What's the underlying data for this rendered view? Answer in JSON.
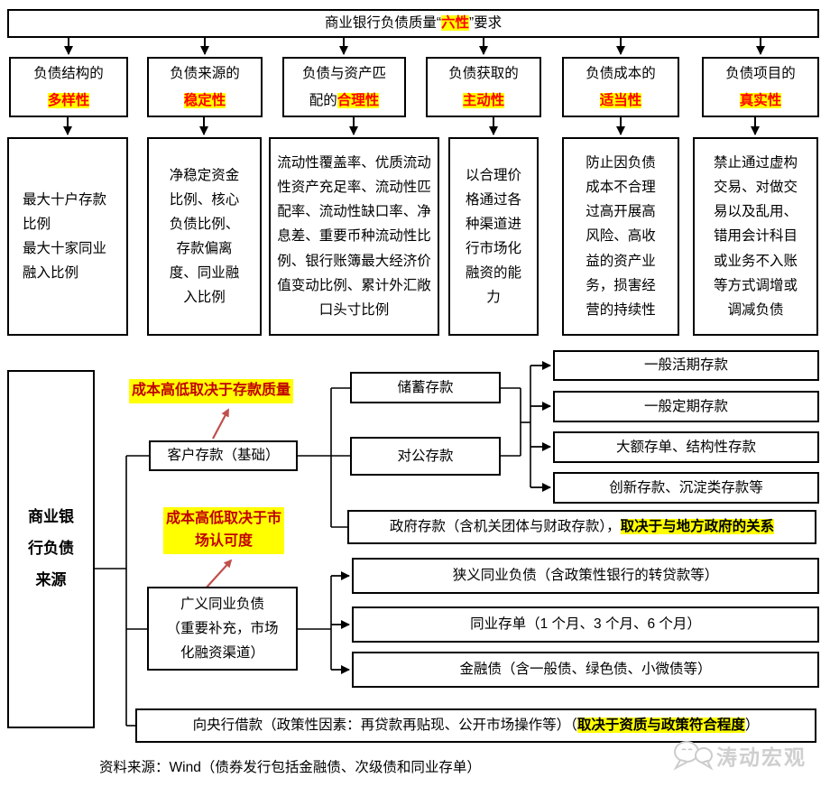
{
  "title": {
    "prefix": "商业银行负债质量“",
    "highlight": "六性",
    "suffix": "”要求"
  },
  "requirements": [
    {
      "prefix": "负债结构的\n",
      "highlight": "多样性",
      "detail": "最大十户存款比例\n最大十家同业融入比例"
    },
    {
      "prefix": "负债来源的\n",
      "highlight": "稳定性",
      "detail": "净稳定资金比例、核心负债比例、存款偏离度、同业融入比例"
    },
    {
      "prefix": "负债与资产匹\n配的",
      "highlight": "合理性",
      "detail": "流动性覆盖率、优质流动性资产充足率、流动性匹配率、流动性缺口率、净息差、重要币种流动性比例、银行账簿最大经济价值变动比例、累计外汇敞口头寸比例"
    },
    {
      "prefix": "负债获取的\n",
      "highlight": "主动性",
      "detail": "以合理价格通过各种渠道进行市场化融资的能力"
    },
    {
      "prefix": "负债成本的\n",
      "highlight": "适当性",
      "detail": "防止因负债成本不合理过高开展高风险、高收益的资产业务，损害经营的持续性"
    },
    {
      "prefix": "负债项目的\n",
      "highlight": "真实性",
      "detail": "禁止通过虚构交易、对做交易以及乱用、错用会计科目或业务不入账等方式调增或调减负债"
    }
  ],
  "sources": {
    "root": "商业银\n行负债\n来源",
    "customer": {
      "label": "客户存款（基础）",
      "annotation": "成本高低取决于存款质量"
    },
    "savings": "储蓄存款",
    "corporate": "对公存款",
    "deposit_types": [
      "一般活期存款",
      "一般定期存款",
      "大额存单、结构性存款",
      "创新存款、沉淀类存款等"
    ],
    "government": {
      "prefix": "政府存款（含机关团体与财政存款），",
      "highlight": "取决于与地方政府的关系"
    },
    "interbank": {
      "label": "广义同业负债\n（重要补充，市场\n化融资渠道）",
      "annotation": "成本高低取决于市\n场认可度"
    },
    "interbank_types": [
      "狭义同业负债（含政策性银行的转贷款等）",
      "同业存单（1 个月、3 个月、6 个月）",
      "金融债（含一般债、绿色债、小微债等）"
    ],
    "central_bank": {
      "prefix": "向央行借款（政策性因素：再贷款再贴现、公开市场操作等）（",
      "highlight": "取决于资质与政策符合程度",
      "suffix": "）"
    }
  },
  "footer": {
    "source": "资料来源：Wind（债券发行包括金融债、次级债和同业存单）",
    "watermark": "涛动宏观"
  },
  "colors": {
    "highlight_bg": "#FFFF00",
    "accent_red": "#FF0000",
    "annotation_red": "#C00000",
    "arrow_red": "#C0504D"
  }
}
